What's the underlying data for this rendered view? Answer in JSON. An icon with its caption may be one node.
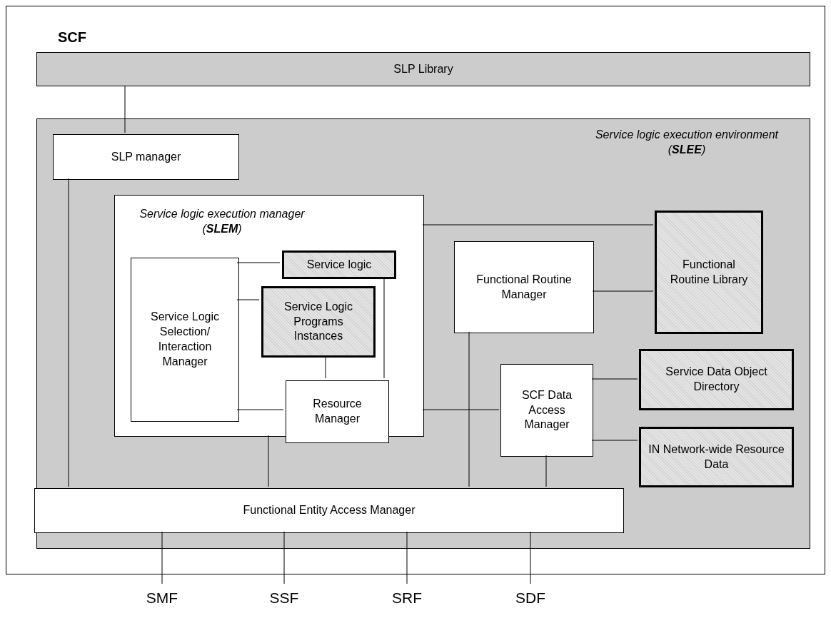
{
  "diagram": {
    "nodes": [
      {
        "text": [
          "SCF"
        ]
      },
      {
        "text": [
          "SLP Library"
        ],
        "in": 0
      },
      {
        "text": [
          "Service logic execution environment (**SLEE**)"
        ],
        "in": 0
      },
      {
        "text": [
          "SLP manager"
        ],
        "in": 2
      },
      {
        "text": [
          "Service logic execution manager (**SLEM**)"
        ],
        "in": 2
      },
      {
        "text": [
          "Service Logic Selection/ Interaction Manager"
        ],
        "in": 4
      },
      {
        "text": [
          "Service logic"
        ],
        "in": 4
      },
      {
        "text": [
          "Service Logic Programs Instances"
        ],
        "in": 4
      },
      {
        "text": [
          "Resource Manager"
        ],
        "in": 4
      },
      {
        "text": [
          "Functional Routine Manager"
        ],
        "in": 2
      },
      {
        "text": [
          "Functional Routine Library"
        ],
        "in": 2
      },
      {
        "text": [
          "SCF Data Access Manager"
        ],
        "in": 2
      },
      {
        "text": [
          "Service Data Object Directory"
        ],
        "in": 2
      },
      {
        "text": [
          "IN Network-wide Resource Data"
        ],
        "in": 2
      },
      {
        "text": [
          "Functional Entity Access Manager"
        ],
        "in": 2
      },
      {
        "text": [
          "SMF"
        ]
      },
      {
        "text": [
          "SSF"
        ]
      },
      {
        "text": [
          "SRF"
        ]
      },
      {
        "text": [
          "SDF"
        ]
      }
    ],
    "edges": [
      {
        "from": 1,
        "to": 3,
        "arrow": "none"
      },
      {
        "from": 3,
        "to": 14,
        "arrow": "none"
      },
      {
        "from": 5,
        "to": 6,
        "arrow": "none"
      },
      {
        "from": 5,
        "to": 7,
        "arrow": "none"
      },
      {
        "from": 7,
        "to": 8,
        "arrow": "none"
      },
      {
        "from": 6,
        "to": 8,
        "arrow": "none"
      },
      {
        "from": 5,
        "to": 8,
        "arrow": "none"
      },
      {
        "from": 4,
        "to": 10,
        "arrow": "none"
      },
      {
        "from": 9,
        "to": 10,
        "arrow": "none"
      },
      {
        "from": 4,
        "to": 11,
        "arrow": "none"
      },
      {
        "from": 9,
        "to": 14,
        "arrow": "none"
      },
      {
        "from": 11,
        "to": 12,
        "arrow": "none"
      },
      {
        "from": 11,
        "to": 13,
        "arrow": "none"
      },
      {
        "from": 11,
        "to": 14,
        "arrow": "none"
      },
      {
        "from": 4,
        "to": 14,
        "arrow": "none"
      },
      {
        "from": 14,
        "to": 15,
        "arrow": "none"
      },
      {
        "from": 14,
        "to": 16,
        "arrow": "none"
      },
      {
        "from": 14,
        "to": 17,
        "arrow": "none"
      },
      {
        "from": 14,
        "to": 18,
        "arrow": "none"
      }
    ]
  }
}
